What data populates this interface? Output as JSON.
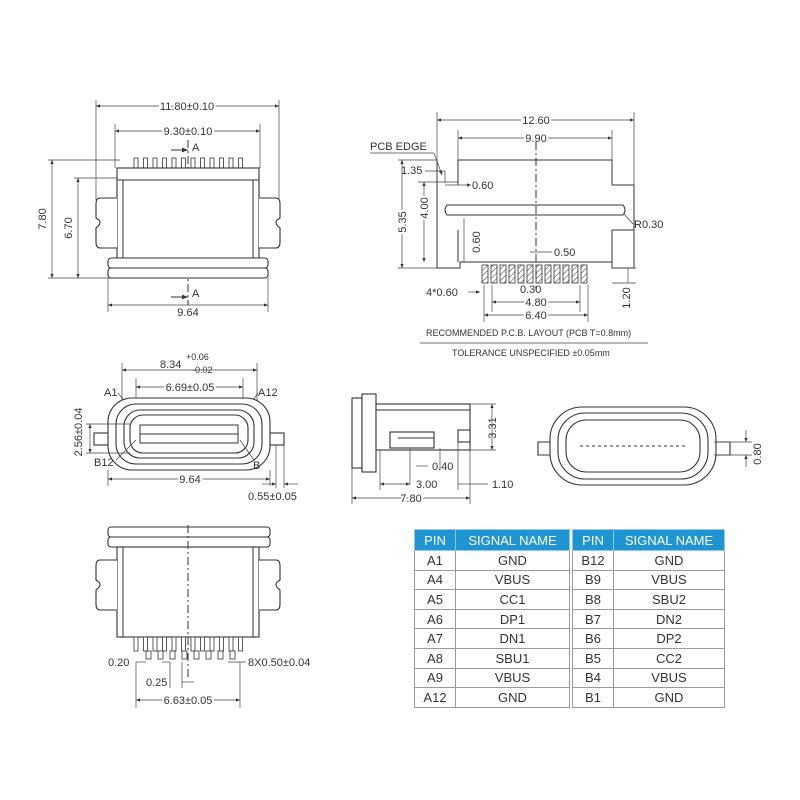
{
  "top_view": {
    "overall_width": "11.80±0.10",
    "inner_width": "9.30±0.10",
    "height_total": "7.80",
    "height_inner": "6.70",
    "bottom_width": "9.64",
    "section_mark": "A"
  },
  "pcb_layout": {
    "overall": "12.60",
    "inner": "9.90",
    "pcb_edge_label": "PCB EDGE",
    "d_135": "1.35",
    "d_060": "0.60",
    "d_400": "4.00",
    "d_535": "5.35",
    "d_060b": "0.60",
    "d_050": "0.50",
    "radius": "R0.30",
    "d_030": "0.30",
    "d_480": "4.80",
    "d_640": "6.40",
    "d_120": "1.20",
    "pads": "4*0.60",
    "recommended_note": "RECOMMENDED P.C.B. LAYOUT (PCB T=0.8mm)",
    "tolerance_note": "TOLERANCE UNSPECIFIED ±0.05mm"
  },
  "front_view": {
    "width_base": "8.34",
    "width_tol_plus": "+0.06",
    "width_tol_minus": "-0.02",
    "inner_width": "6.69±0.05",
    "height": "2.56±0.04",
    "bottom_width": "9.64",
    "tab": "0.55±0.05",
    "label_a1": "A1",
    "label_a12": "A12",
    "label_b12": "B12",
    "label_b": "B"
  },
  "side_view": {
    "height": "3.31",
    "d_300": "3.00",
    "d_040": "0.40",
    "d_110": "1.10",
    "length": "7.80"
  },
  "end_view": {
    "d_080": "0.80"
  },
  "bottom_view": {
    "d_020": "0.20",
    "d_025": "0.25",
    "pins": "8X0.50±0.04",
    "width": "6.63±0.05"
  },
  "pin_table": {
    "headers": [
      "PIN",
      "SIGNAL NAME"
    ],
    "left": [
      [
        "A1",
        "GND"
      ],
      [
        "A4",
        "VBUS"
      ],
      [
        "A5",
        "CC1"
      ],
      [
        "A6",
        "DP1"
      ],
      [
        "A7",
        "DN1"
      ],
      [
        "A8",
        "SBU1"
      ],
      [
        "A9",
        "VBUS"
      ],
      [
        "A12",
        "GND"
      ]
    ],
    "right": [
      [
        "B12",
        "GND"
      ],
      [
        "B9",
        "VBUS"
      ],
      [
        "B8",
        "SBU2"
      ],
      [
        "B7",
        "DN2"
      ],
      [
        "B6",
        "DP2"
      ],
      [
        "B5",
        "CC2"
      ],
      [
        "B4",
        "VBUS"
      ],
      [
        "B1",
        "GND"
      ]
    ],
    "header_color": "#1f94d2"
  }
}
